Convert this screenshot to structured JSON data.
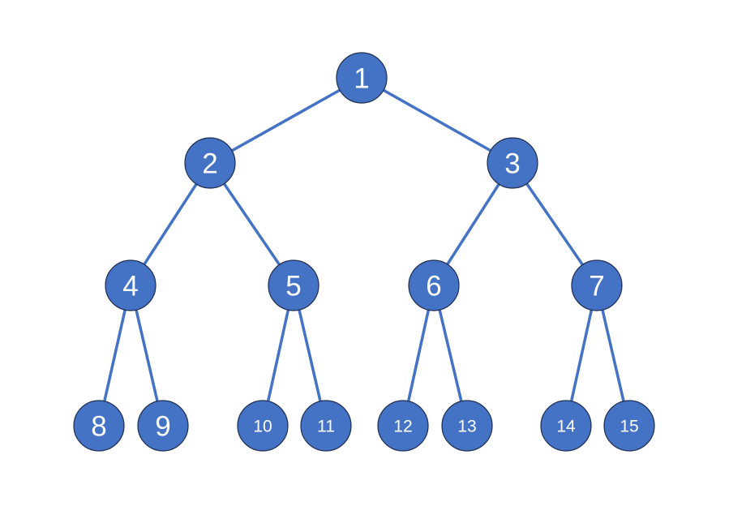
{
  "diagram": {
    "type": "binary-tree",
    "colors": {
      "node_fill": "#4472C4",
      "node_outline": "#1F2D4F",
      "edge": "#4472C4",
      "label": "#FFFFFF"
    },
    "nodes": [
      {
        "id": 1,
        "label": "1"
      },
      {
        "id": 2,
        "label": "2"
      },
      {
        "id": 3,
        "label": "3"
      },
      {
        "id": 4,
        "label": "4"
      },
      {
        "id": 5,
        "label": "5"
      },
      {
        "id": 6,
        "label": "6"
      },
      {
        "id": 7,
        "label": "7"
      },
      {
        "id": 8,
        "label": "8"
      },
      {
        "id": 9,
        "label": "9"
      },
      {
        "id": 10,
        "label": "10"
      },
      {
        "id": 11,
        "label": "11"
      },
      {
        "id": 12,
        "label": "12"
      },
      {
        "id": 13,
        "label": "13"
      },
      {
        "id": 14,
        "label": "14"
      },
      {
        "id": 15,
        "label": "15"
      }
    ],
    "edges": [
      {
        "from": 1,
        "to": 2
      },
      {
        "from": 1,
        "to": 3
      },
      {
        "from": 2,
        "to": 4
      },
      {
        "from": 2,
        "to": 5
      },
      {
        "from": 3,
        "to": 6
      },
      {
        "from": 3,
        "to": 7
      },
      {
        "from": 4,
        "to": 8
      },
      {
        "from": 4,
        "to": 9
      },
      {
        "from": 5,
        "to": 10
      },
      {
        "from": 5,
        "to": 11
      },
      {
        "from": 6,
        "to": 12
      },
      {
        "from": 6,
        "to": 13
      },
      {
        "from": 7,
        "to": 14
      },
      {
        "from": 7,
        "to": 15
      }
    ]
  }
}
